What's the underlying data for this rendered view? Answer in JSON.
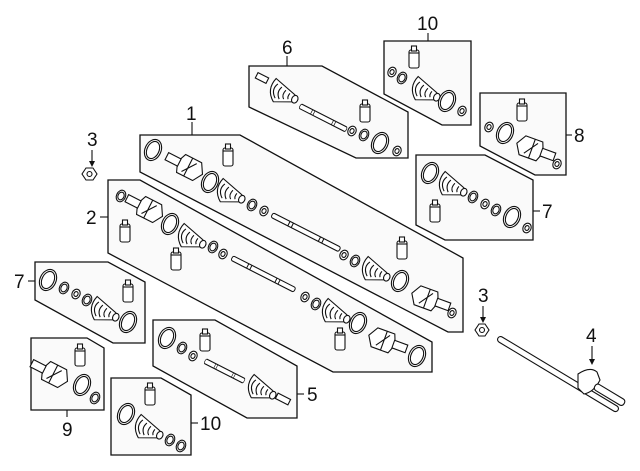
{
  "diagram": {
    "type": "exploded-parts-diagram",
    "subject": "CV axle / drive shaft assemblies",
    "callouts": [
      {
        "id": "c1",
        "label": "1",
        "target": "panel-1"
      },
      {
        "id": "c2",
        "label": "2",
        "target": "panel-2"
      },
      {
        "id": "c3a",
        "label": "3",
        "target": "nut-left"
      },
      {
        "id": "c3b",
        "label": "3",
        "target": "nut-right"
      },
      {
        "id": "c4",
        "label": "4",
        "target": "intermediate-shaft"
      },
      {
        "id": "c5",
        "label": "5",
        "target": "panel-5"
      },
      {
        "id": "c6",
        "label": "6",
        "target": "panel-6"
      },
      {
        "id": "c7a",
        "label": "7",
        "target": "panel-7-right"
      },
      {
        "id": "c7b",
        "label": "7",
        "target": "panel-7-left"
      },
      {
        "id": "c8",
        "label": "8",
        "target": "panel-8"
      },
      {
        "id": "c9",
        "label": "9",
        "target": "panel-9"
      },
      {
        "id": "c10a",
        "label": "10",
        "target": "panel-10-top"
      },
      {
        "id": "c10b",
        "label": "10",
        "target": "panel-10-bottom"
      }
    ],
    "colors": {
      "line": "#111111",
      "panel_fill": "#fafafa",
      "background": "#ffffff"
    }
  }
}
